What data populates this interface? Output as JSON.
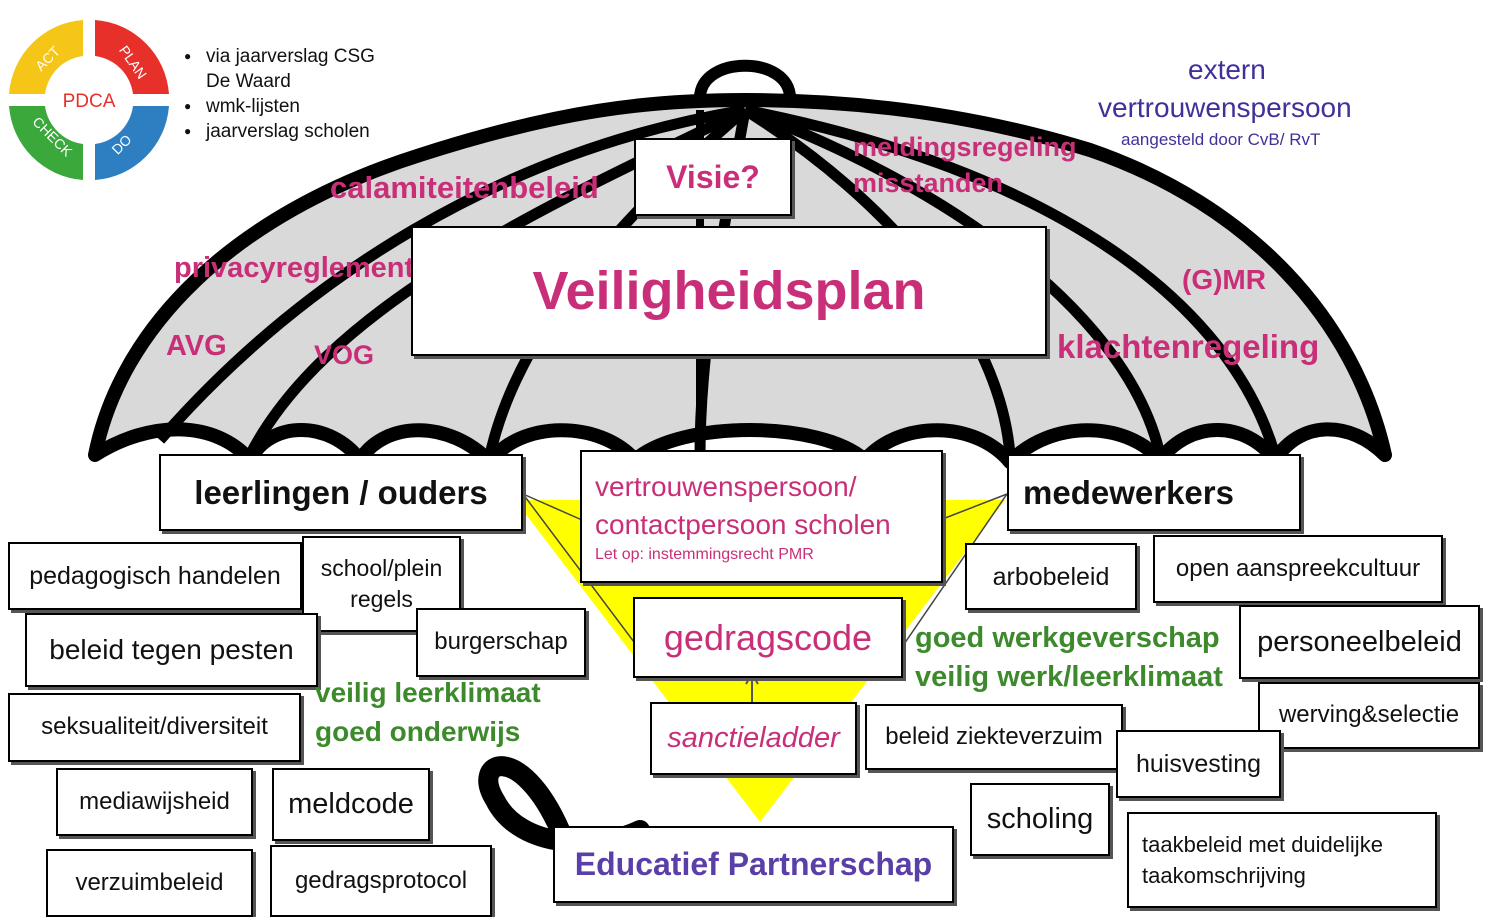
{
  "pdca": {
    "center": "PDCA",
    "act": "ACT",
    "plan": "PLAN",
    "do": "DO",
    "check": "CHECK",
    "colors": {
      "act": "#f5c518",
      "plan": "#e8302a",
      "do": "#2d7fc1",
      "check": "#3aa83a"
    }
  },
  "legend": {
    "item1": "via jaarverslag CSG",
    "item1b": "De Waard",
    "item2": "wmk-lijsten",
    "item3": "jaarverslag scholen"
  },
  "extern": {
    "line1": "extern",
    "line2": "vertrouwenspersoon",
    "line3": "aangesteld door CvB/ RvT"
  },
  "umbrella_labels": {
    "visie": "Visie?",
    "title": "Veiligheidsplan",
    "calamiteitenbeleid": "calamiteitenbeleid",
    "meldingsregeling1": "meldingsregeling",
    "meldingsregeling2": "misstanden",
    "privacyreglement": "privacyreglement",
    "avg": "AVG",
    "vog": "VOG",
    "gmr": "(G)MR",
    "klachtenregeling": "klachtenregeling"
  },
  "groups": {
    "leerlingen": "leerlingen / ouders",
    "medewerkers": "medewerkers"
  },
  "center": {
    "vp_line1": "vertrouwenspersoon/",
    "vp_line2": "contactpersoon scholen",
    "vp_note": "Let op:  instemmingsrecht PMR",
    "gedragscode": "gedragscode",
    "sanctieladder": "sanctieladder",
    "educatief": "Educatief Partnerschap"
  },
  "left_boxes": {
    "pedagogisch": "pedagogisch handelen",
    "schoolplein1": "school/plein",
    "schoolplein2": "regels",
    "pesten": "beleid tegen pesten",
    "burgerschap": "burgerschap",
    "seksualiteit": "seksualiteit/diversiteit",
    "mediawijsheid": "mediawijsheid",
    "meldcode": "meldcode",
    "verzuimbeleid": "verzuimbeleid",
    "gedragsprotocol": "gedragsprotocol"
  },
  "left_green": {
    "line1": "veilig leerklimaat",
    "line2": "goed onderwijs"
  },
  "right_boxes": {
    "arbobeleid": "arbobeleid",
    "aanspreekcultuur": "open aanspreekcultuur",
    "personeelbeleid": "personeelbeleid",
    "werving": "werving&selectie",
    "ziekteverzuim": "beleid ziekteverzuim",
    "huisvesting": "huisvesting",
    "scholing": "scholing",
    "taakbeleid1": "taakbeleid met duidelijke",
    "taakbeleid2": "taakomschrijving"
  },
  "right_green": {
    "line1": "goed werkgeverschap",
    "line2": "veilig werk/leerklimaat"
  },
  "colors": {
    "pink": "#c92f78",
    "green": "#3d8a2c",
    "purple": "#40309a",
    "yellow": "#ffff00",
    "canopy": "#d9d9d9"
  }
}
